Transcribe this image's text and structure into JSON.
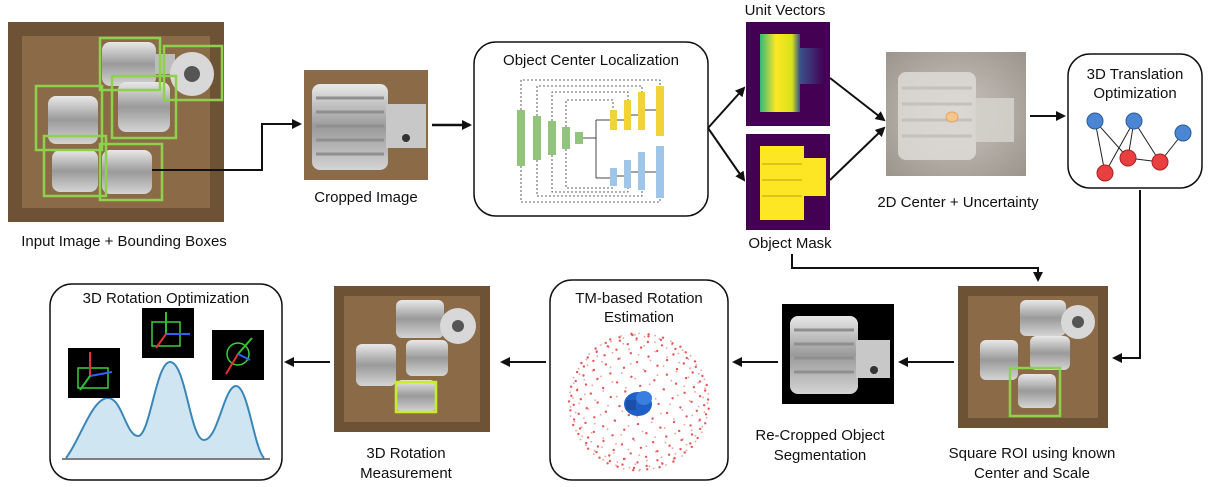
{
  "labels": {
    "input_image": "Input Image + Bounding Boxes",
    "cropped_image": "Cropped Image",
    "object_center_localization": "Object Center Localization",
    "unit_vectors": "Unit Vectors",
    "object_mask": "Object Mask",
    "center_uncertainty": "2D Center + Uncertainty",
    "translation_optimization_line1": "3D Translation",
    "translation_optimization_line2": "Optimization",
    "square_roi_line1": "Square ROI using known",
    "square_roi_line2": "Center and Scale",
    "recropped_line1": "Re-Cropped Object",
    "recropped_line2": "Segmentation",
    "tm_rotation_line1": "TM-based Rotation",
    "tm_rotation_line2": "Estimation",
    "rotation_measurement_line1": "3D Rotation",
    "rotation_measurement_line2": "Measurement",
    "rotation_optimization": "3D Rotation Optimization"
  },
  "colors": {
    "bounding_box": "#8ed14c",
    "cardboard": "#7a5a3a",
    "node_blue": "#4a86d4",
    "node_red": "#e84040",
    "distribution_fill": "#cfe6f2",
    "distribution_stroke": "#3a86b8",
    "encoder_green": "#93c47d",
    "decoder_yellow": "#f1d339",
    "decoder_blue": "#9fc5e8"
  }
}
